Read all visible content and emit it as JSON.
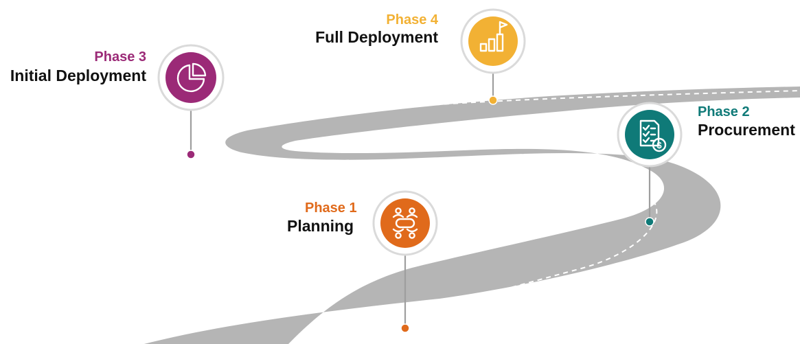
{
  "colors": {
    "road": "#b5b5b5",
    "road_dash": "#ffffff",
    "stem": "#9e9e9e",
    "ring_outer": "#dadada",
    "icon_stroke": "#ffffff"
  },
  "phases": [
    {
      "phase_label": "Phase 1",
      "title": "Planning",
      "color": "#e06a1b",
      "icon": "team-meeting-icon"
    },
    {
      "phase_label": "Phase 2",
      "title": "Procurement",
      "color": "#0f7a78",
      "icon": "checklist-invoice-icon"
    },
    {
      "phase_label": "Phase 3",
      "title": "Initial Deployment",
      "color": "#9b2a77",
      "icon": "pie-chart-icon"
    },
    {
      "phase_label": "Phase 4",
      "title": "Full Deployment",
      "color": "#f2b134",
      "icon": "bar-chart-flag-icon"
    }
  ]
}
